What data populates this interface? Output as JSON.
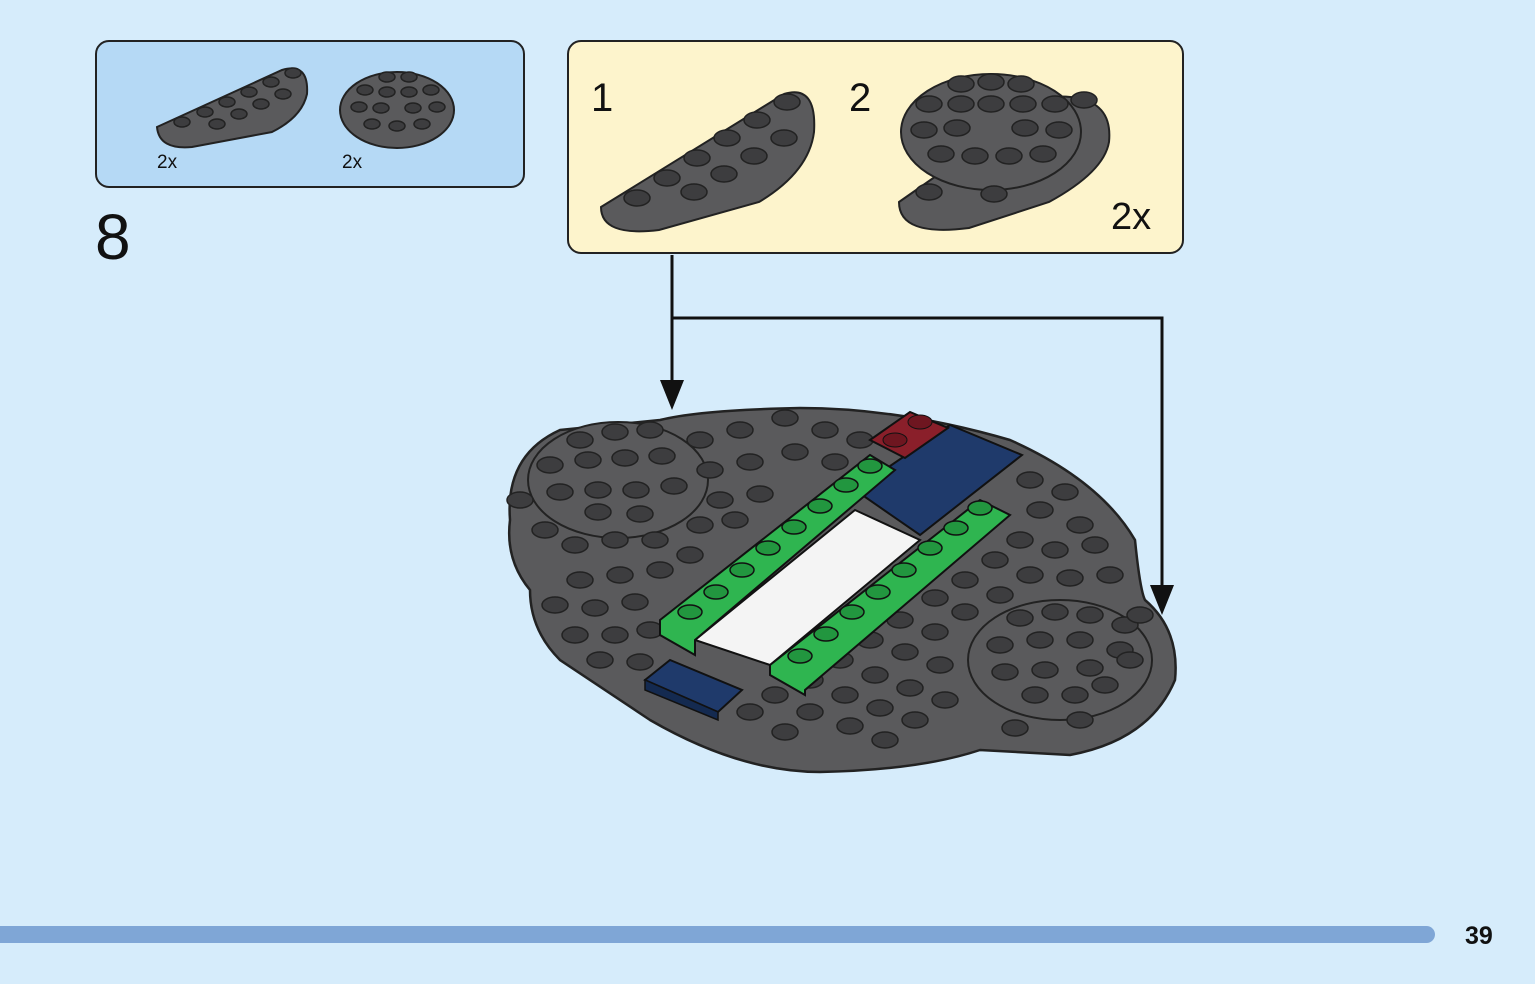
{
  "parts_callout": {
    "items": [
      {
        "part": "half-round-plate-icon",
        "count": "2x"
      },
      {
        "part": "round-plate-icon",
        "count": "2x"
      }
    ]
  },
  "step": {
    "number": "8"
  },
  "sub_assembly": {
    "steps": [
      {
        "label": "1",
        "part": "half-round-plate-icon"
      },
      {
        "label": "2",
        "part": "round-plate-icon"
      }
    ],
    "multiplier": "2x"
  },
  "colors": {
    "background": "#d6ecfb",
    "parts_box": "#b5d9f5",
    "sub_box": "#fdf4cc",
    "plate_gray": "#5a5a5c",
    "green": "#2fb550",
    "navy": "#1f3a6b",
    "dark_red": "#8a1f2a",
    "white": "#f4f4f4",
    "page_bar": "#7fa6d6"
  },
  "footer": {
    "page_number": "39"
  }
}
